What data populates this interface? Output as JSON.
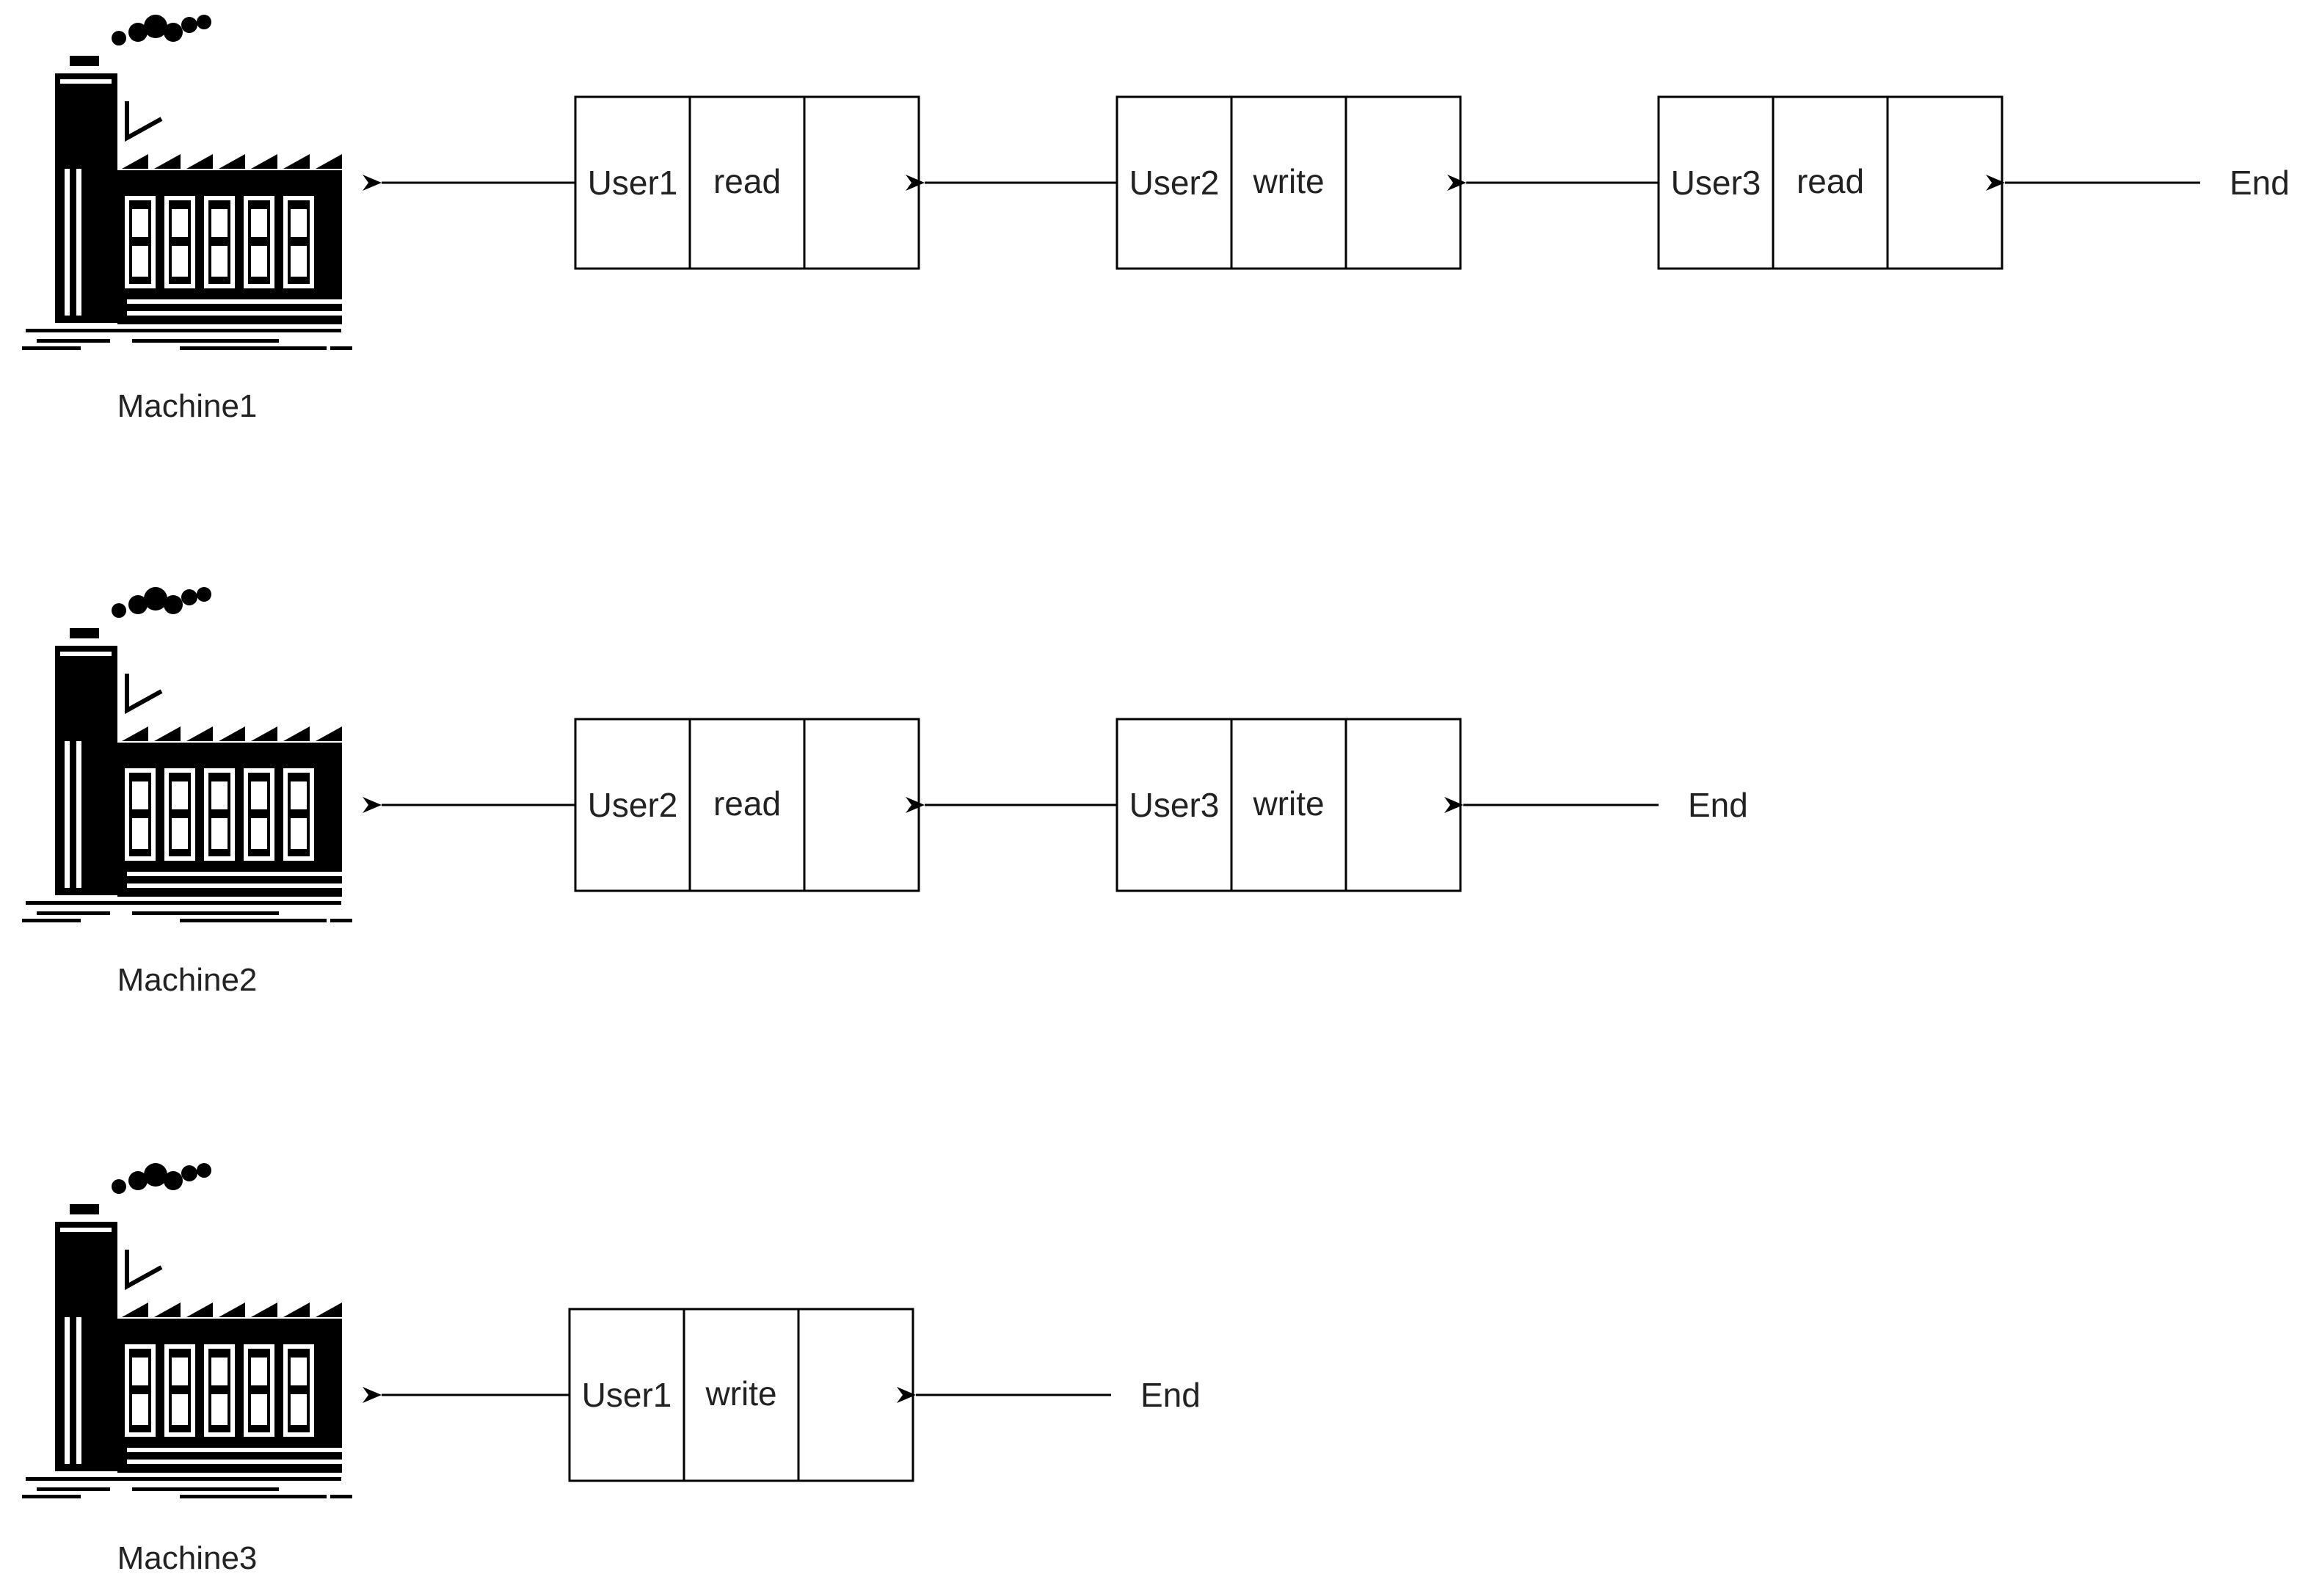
{
  "diagram": {
    "rows": [
      {
        "machine": {
          "label": "Machine1",
          "icon": "factory-icon"
        },
        "nodes": [
          {
            "user": "User1",
            "op": "read"
          },
          {
            "user": "User2",
            "op": "write"
          },
          {
            "user": "User3",
            "op": "read"
          }
        ],
        "end_label": "End"
      },
      {
        "machine": {
          "label": "Machine2",
          "icon": "factory-icon"
        },
        "nodes": [
          {
            "user": "User2",
            "op": "read"
          },
          {
            "user": "User3",
            "op": "write"
          }
        ],
        "end_label": "End"
      },
      {
        "machine": {
          "label": "Machine3",
          "icon": "factory-icon"
        },
        "nodes": [
          {
            "user": "User1",
            "op": "write"
          }
        ],
        "end_label": "End"
      }
    ],
    "colors": {
      "stroke": "#000000",
      "text": "#222222",
      "background": "#ffffff"
    }
  }
}
